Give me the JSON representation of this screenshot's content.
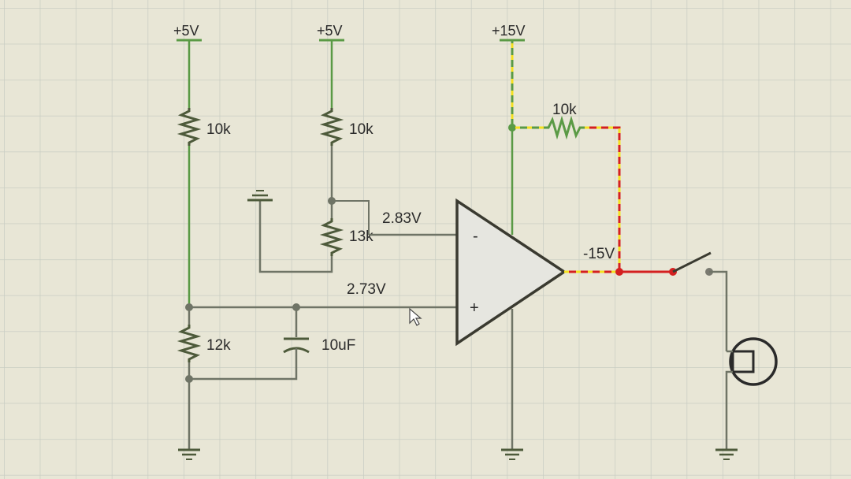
{
  "theme": {
    "background": "#e8e6d6",
    "grid": "#c9cdc3",
    "wire_green": "#5a9a45",
    "wire_gray": "#6f7466",
    "wire_red": "#d42020",
    "simulation_yellow": "#f5e020",
    "component": "#4d5a3a",
    "opamp_fill": "#e6e6e0"
  },
  "rails": {
    "supply_5v_left": "+5V",
    "supply_5v_mid": "+5V",
    "supply_15v": "+15V",
    "negative_15v": "-15V"
  },
  "resistors": {
    "r_top_left": "10k",
    "r_top_mid": "10k",
    "r_feedback": "10k",
    "r_mid": "13k",
    "r_bottom_left": "12k"
  },
  "capacitor": {
    "value": "10uF"
  },
  "probes": {
    "inverting_voltage": "2.83V",
    "noninverting_voltage": "2.73V"
  },
  "opamp": {
    "minus_sign": "-",
    "plus_sign": "+"
  },
  "icons": {
    "ground": "ground-icon",
    "opamp": "opamp-icon",
    "switch": "switch-icon",
    "motor": "motor-icon",
    "cursor": "mouse-cursor-icon"
  }
}
